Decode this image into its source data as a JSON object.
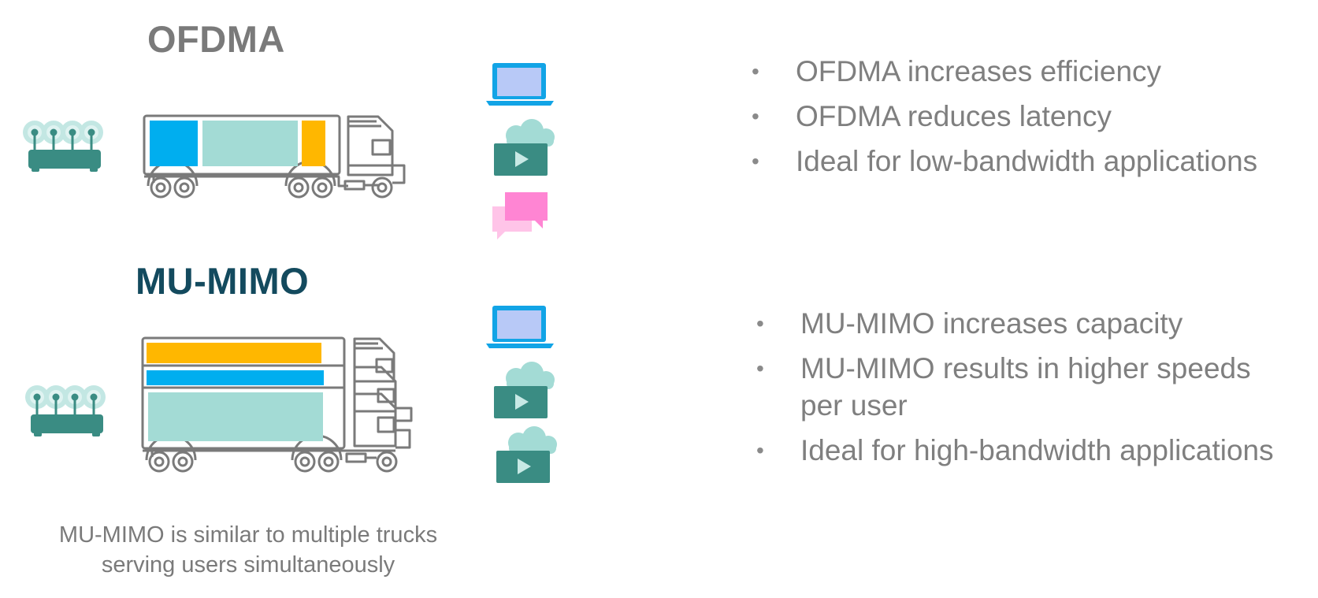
{
  "ofdma": {
    "title": "OFDMA",
    "bullets": [
      "OFDMA increases efficiency",
      "OFDMA reduces latency",
      "Ideal for low-bandwidth applications"
    ]
  },
  "mumimo": {
    "title": "MU-MIMO",
    "bullets": [
      "MU-MIMO increases capacity",
      "MU-MIMO results in higher speeds per user",
      "Ideal for high-bandwidth applications"
    ]
  },
  "caption": "MU-MIMO is similar to multiple trucks serving users simultaneously",
  "colors": {
    "router": "#3a8c83",
    "router_glow": "#b9e3df",
    "truck_outline": "#7a7a7a",
    "cargo_blue": "#00aeef",
    "cargo_teal": "#a3dbd5",
    "cargo_gold": "#ffb700",
    "laptop_screen": "#b8c9f7",
    "laptop_frame": "#12a4e6",
    "video_box": "#3a8c83",
    "cloud": "#a3dbd5",
    "chat_front": "#ff85d3",
    "chat_back": "#ffc4e8",
    "title_gray": "#7a7a7a",
    "title_navy": "#134a5e"
  },
  "icons": [
    "router-icon",
    "truck-icon",
    "laptop-icon",
    "cloud-video-icon",
    "chat-icon"
  ]
}
